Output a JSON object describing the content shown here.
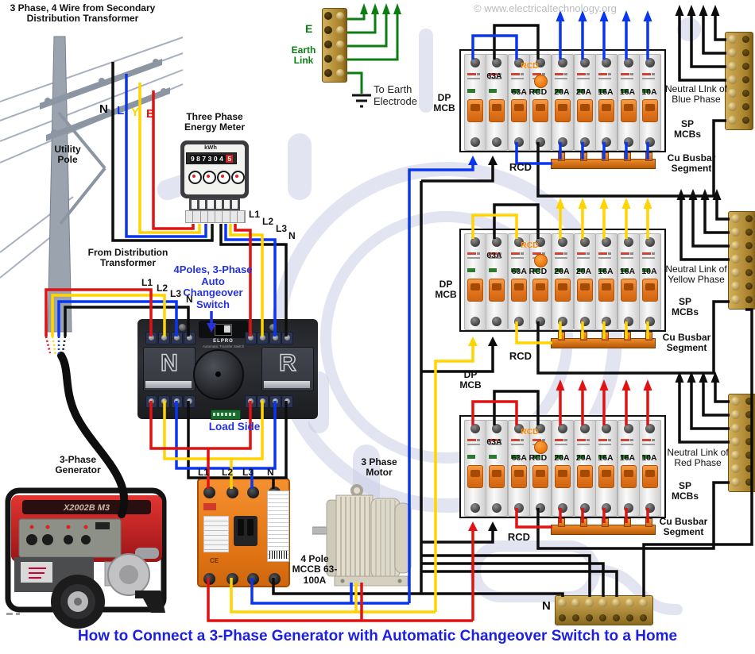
{
  "watermark": "© www.electricaltechnology.org",
  "footer": {
    "title": "How to Connect a 3-Phase Generator with Automatic Changeover Switch to a Home"
  },
  "colors": {
    "phase_red": "#e11212",
    "phase_yellow": "#ffd400",
    "phase_blue": "#0a36f0",
    "neutral_black": "#0d0d0d",
    "earth_green": "#0b7d12",
    "label_blue": "#2431dd",
    "rcd_orange": "#ff8c00",
    "title_blue": "#1d20e0",
    "brass": "#bb963f",
    "busbar_copper": "#e0751d",
    "watermark_lavender": "#c7c9e4",
    "wire_gray": "#a8b0c0"
  },
  "supply": {
    "heading": "3 Phase, 4 Wire from Secondary Distribution Transformer",
    "pole_label": "Utility Pole",
    "from_label": "From Distribution Transformer",
    "wire_letters": [
      {
        "letter": "N",
        "color": "#0d0d0d"
      },
      {
        "letter": "L",
        "color": "#0a36f0"
      },
      {
        "letter": "Y",
        "color": "#ffd400"
      },
      {
        "letter": "B",
        "color": "#e11212"
      }
    ]
  },
  "meter": {
    "label": "Three Phase Energy Meter",
    "unit": "kWh",
    "digits": "987304",
    "last_digit": "5",
    "out_labels": [
      "L1",
      "L2",
      "L3",
      "N"
    ]
  },
  "earth": {
    "e_label": "E",
    "link_label": "Earth Link",
    "electrode_label": "To Earth Electrode"
  },
  "changeover": {
    "label": "4Poles, 3-Phase Auto Changeover Switch",
    "left_letter": "N",
    "right_letter": "R",
    "brand": "ELPRO",
    "model": "Automatic Transfer Switch",
    "load_side": "Load Side",
    "input_labels": [
      "L1",
      "L2",
      "L3",
      "N"
    ]
  },
  "generator": {
    "label": "3-Phase Generator",
    "model": "X2002B M3"
  },
  "mccb": {
    "label": "4 Pole MCCB 63-100A",
    "ce": "CE",
    "input_labels": [
      "L1",
      "L2",
      "L3",
      "N"
    ]
  },
  "motor": {
    "label": "3 Phase Motor"
  },
  "panels": [
    {
      "dp_label": "DP MCB",
      "dp_amp": "63A",
      "rcd_tag": "RCD",
      "rcd_amp": "63A RCD",
      "sp_amps": [
        "20A",
        "20A",
        "16A",
        "16A",
        "10A"
      ],
      "rcd_label": "RCD",
      "sp_label": "SP MCBs",
      "busbar_label": "Cu Busbar Segment",
      "neutral_label": "Neutral LInk of Blue Phase"
    },
    {
      "dp_label": "DP MCB",
      "dp_amp": "63A",
      "rcd_tag": "RCD",
      "rcd_amp": "63A RCD",
      "sp_amps": [
        "20A",
        "20A",
        "16A",
        "16A",
        "10A"
      ],
      "rcd_label": "RCD",
      "sp_label": "SP MCBs",
      "busbar_label": "Cu Busbar Segment",
      "neutral_label": "Neutral Link of Yellow Phase"
    },
    {
      "dp_label": "DP MCB",
      "dp_amp": "63A",
      "rcd_tag": "RCD",
      "rcd_amp": "63A RCD",
      "sp_amps": [
        "20A",
        "20A",
        "16A",
        "16A",
        "10A"
      ],
      "rcd_label": "RCD",
      "sp_label": "SP MCBs",
      "busbar_label": "Cu Busbar Segment",
      "neutral_label": "Neutral Link of Red Phase"
    }
  ],
  "neutral_busbar": {
    "label": "N"
  }
}
